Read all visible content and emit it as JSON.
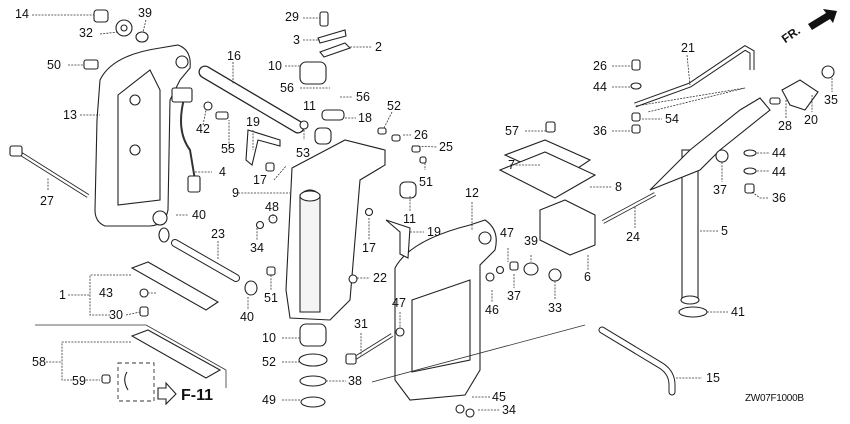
{
  "diagram": {
    "drawing_code": "ZW07F1000B",
    "direction_marker": "FR.",
    "reference": "F-11",
    "callouts": [
      {
        "num": "14"
      },
      {
        "num": "32"
      },
      {
        "num": "39"
      },
      {
        "num": "50"
      },
      {
        "num": "13"
      },
      {
        "num": "27"
      },
      {
        "num": "16"
      },
      {
        "num": "42"
      },
      {
        "num": "55"
      },
      {
        "num": "4"
      },
      {
        "num": "40"
      },
      {
        "num": "23"
      },
      {
        "num": "1"
      },
      {
        "num": "43"
      },
      {
        "num": "30"
      },
      {
        "num": "58"
      },
      {
        "num": "59"
      },
      {
        "num": "29"
      },
      {
        "num": "3"
      },
      {
        "num": "2"
      },
      {
        "num": "10"
      },
      {
        "num": "56"
      },
      {
        "num": "56"
      },
      {
        "num": "11"
      },
      {
        "num": "18"
      },
      {
        "num": "52"
      },
      {
        "num": "19"
      },
      {
        "num": "53"
      },
      {
        "num": "17"
      },
      {
        "num": "26"
      },
      {
        "num": "25"
      },
      {
        "num": "51"
      },
      {
        "num": "9"
      },
      {
        "num": "48"
      },
      {
        "num": "34"
      },
      {
        "num": "51"
      },
      {
        "num": "40"
      },
      {
        "num": "11"
      },
      {
        "num": "17"
      },
      {
        "num": "19"
      },
      {
        "num": "22"
      },
      {
        "num": "10"
      },
      {
        "num": "52"
      },
      {
        "num": "38"
      },
      {
        "num": "49"
      },
      {
        "num": "31"
      },
      {
        "num": "47"
      },
      {
        "num": "12"
      },
      {
        "num": "47"
      },
      {
        "num": "46"
      },
      {
        "num": "39"
      },
      {
        "num": "37"
      },
      {
        "num": "33"
      },
      {
        "num": "6"
      },
      {
        "num": "45"
      },
      {
        "num": "34"
      },
      {
        "num": "57"
      },
      {
        "num": "7"
      },
      {
        "num": "8"
      },
      {
        "num": "26"
      },
      {
        "num": "44"
      },
      {
        "num": "36"
      },
      {
        "num": "54"
      },
      {
        "num": "21"
      },
      {
        "num": "28"
      },
      {
        "num": "20"
      },
      {
        "num": "35"
      },
      {
        "num": "44"
      },
      {
        "num": "44"
      },
      {
        "num": "37"
      },
      {
        "num": "36"
      },
      {
        "num": "24"
      },
      {
        "num": "5"
      },
      {
        "num": "41"
      },
      {
        "num": "15"
      }
    ]
  }
}
